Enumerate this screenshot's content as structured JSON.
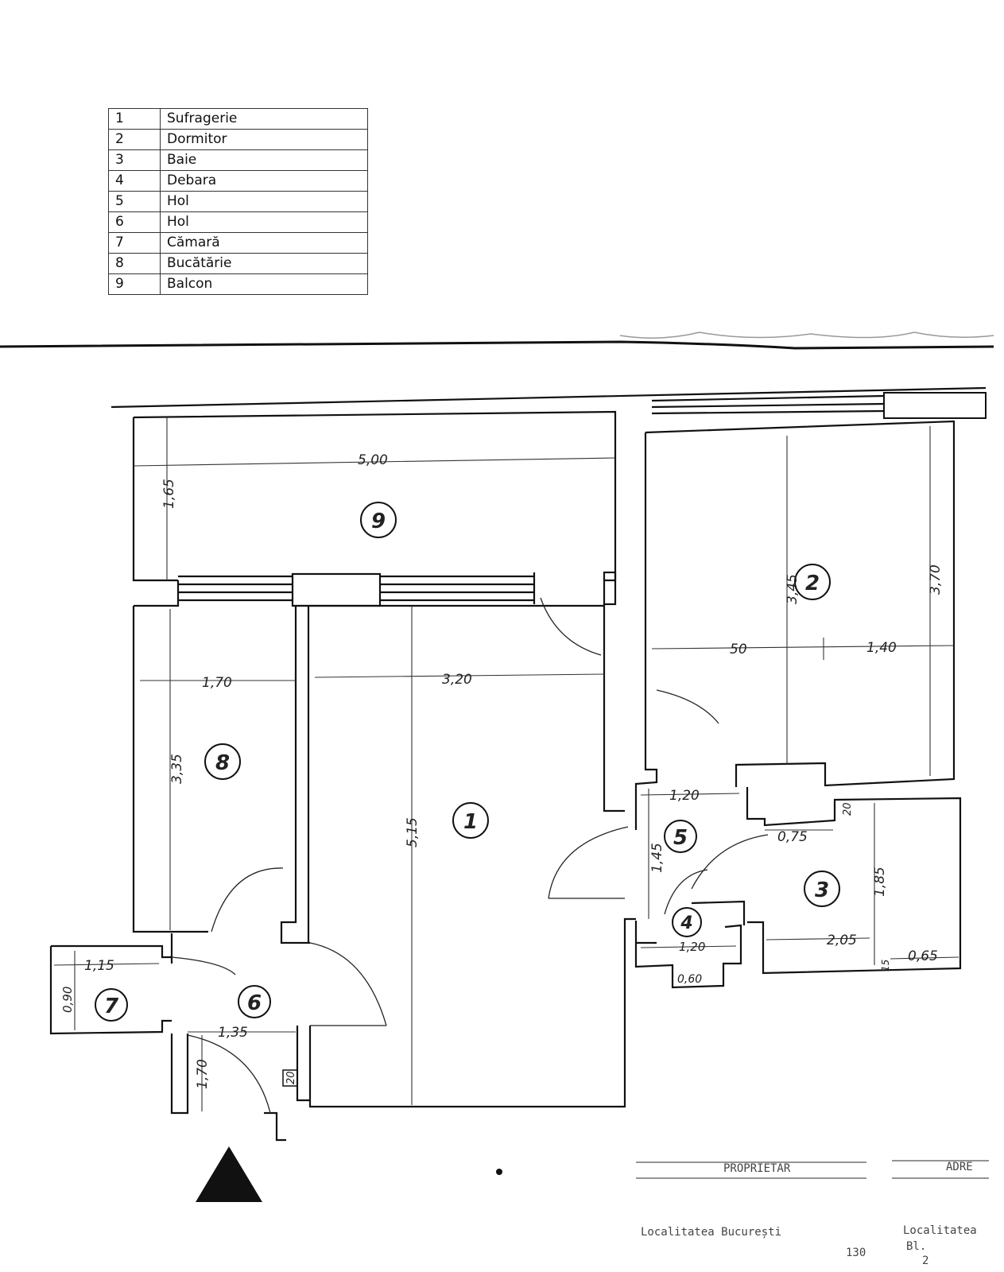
{
  "legend": [
    {
      "num": "1",
      "name": "Sufragerie"
    },
    {
      "num": "2",
      "name": "Dormitor"
    },
    {
      "num": "3",
      "name": "Baie"
    },
    {
      "num": "4",
      "name": "Debara"
    },
    {
      "num": "5",
      "name": "Hol"
    },
    {
      "num": "6",
      "name": "Hol"
    },
    {
      "num": "7",
      "name": "Cămară"
    },
    {
      "num": "8",
      "name": "Bucătărie"
    },
    {
      "num": "9",
      "name": "Balcon"
    }
  ],
  "rooms": {
    "r1": "1",
    "r2": "2",
    "r3": "3",
    "r4": "4",
    "r5": "5",
    "r6": "6",
    "r7": "7",
    "r8": "8",
    "r9": "9"
  },
  "dims": {
    "d500": "5,00",
    "d165": "1,65",
    "d170a": "1,70",
    "d320": "3,20",
    "d335": "3,35",
    "d515": "5,15",
    "d345": "3,45",
    "d370": "3,70",
    "d50": "50",
    "d140": "1,40",
    "d120a": "1,20",
    "d145": "1,45",
    "d075": "0,75",
    "d20a": "20",
    "d185": "1,85",
    "d205": "2,05",
    "d065": "0,65",
    "d15": "15",
    "d120b": "1,20",
    "d060": "0,60",
    "d115": "1,15",
    "d090": "0,90",
    "d135": "1,35",
    "d170b": "1,70",
    "d20b": "20"
  },
  "title_block": {
    "proprietar": "PROPRIETAR",
    "adresa": "ADRE",
    "localitatea": "Localitatea București",
    "nr": "130",
    "localitatea2": "Localitatea",
    "bloc": "Bl.",
    "nr2": "2"
  }
}
